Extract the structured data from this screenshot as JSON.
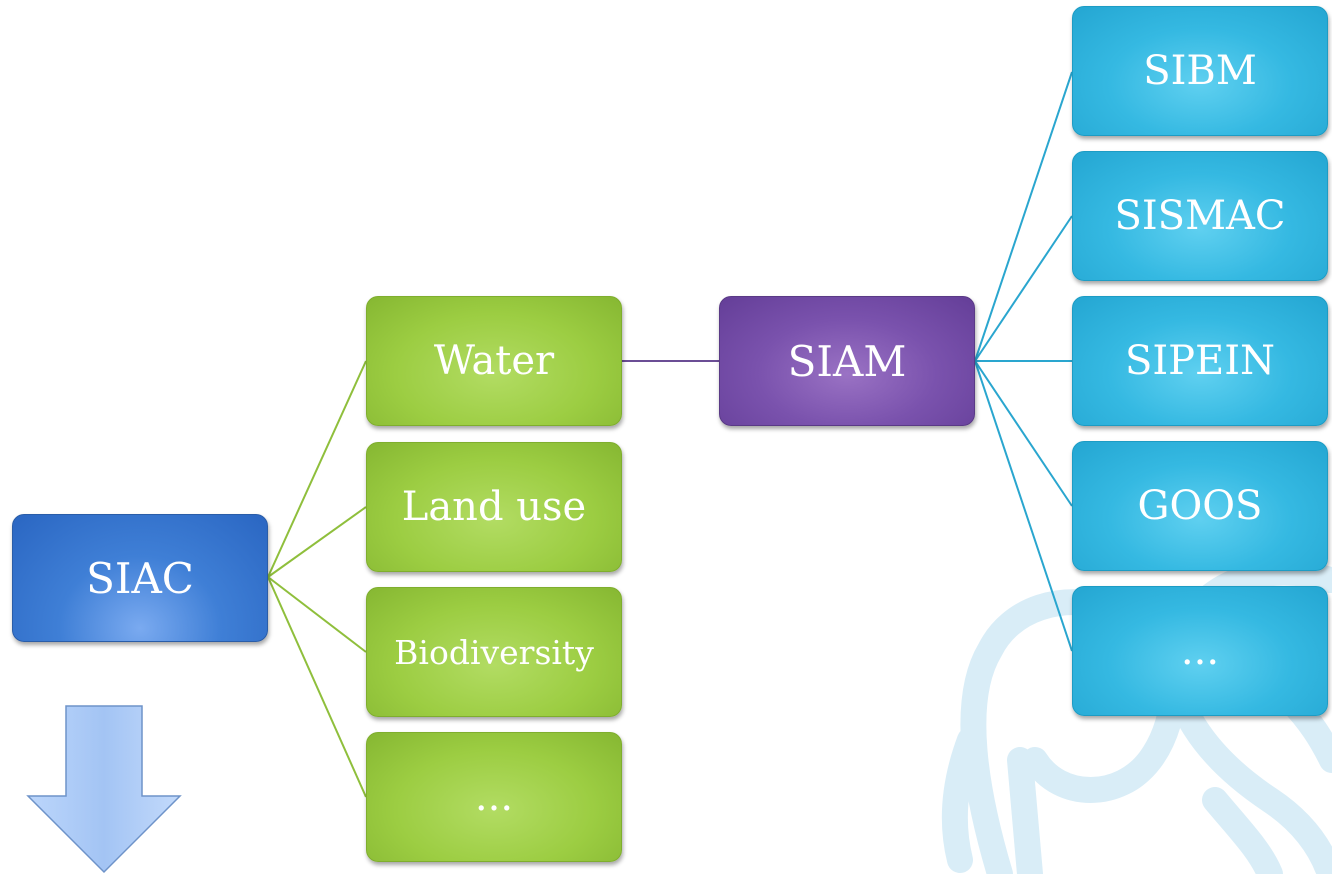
{
  "root": {
    "label": "SIAC"
  },
  "themes": [
    {
      "key": "water",
      "label": "Water"
    },
    {
      "key": "land-use",
      "label": "Land use"
    },
    {
      "key": "biodiversity",
      "label": "Biodiversity"
    },
    {
      "key": "more",
      "label": "..."
    }
  ],
  "water_system": {
    "label": "SIAM"
  },
  "water_subsystems": [
    {
      "key": "sibm",
      "label": "SIBM"
    },
    {
      "key": "sismac",
      "label": "SISMAC"
    },
    {
      "key": "sipein",
      "label": "SIPEIN"
    },
    {
      "key": "goos",
      "label": "GOOS"
    },
    {
      "key": "more",
      "label": "..."
    }
  ],
  "colors": {
    "root": "#2a66c2",
    "theme": "#9ccd42",
    "system": "#7a52ad",
    "subsystem": "#35b9e2",
    "theme_connector": "#8fbf3c",
    "system_connector": "#6b4d95",
    "subsystem_connector": "#2aa6cf",
    "arrow": "#a8c8f5",
    "watermark": "#d9edf7"
  }
}
